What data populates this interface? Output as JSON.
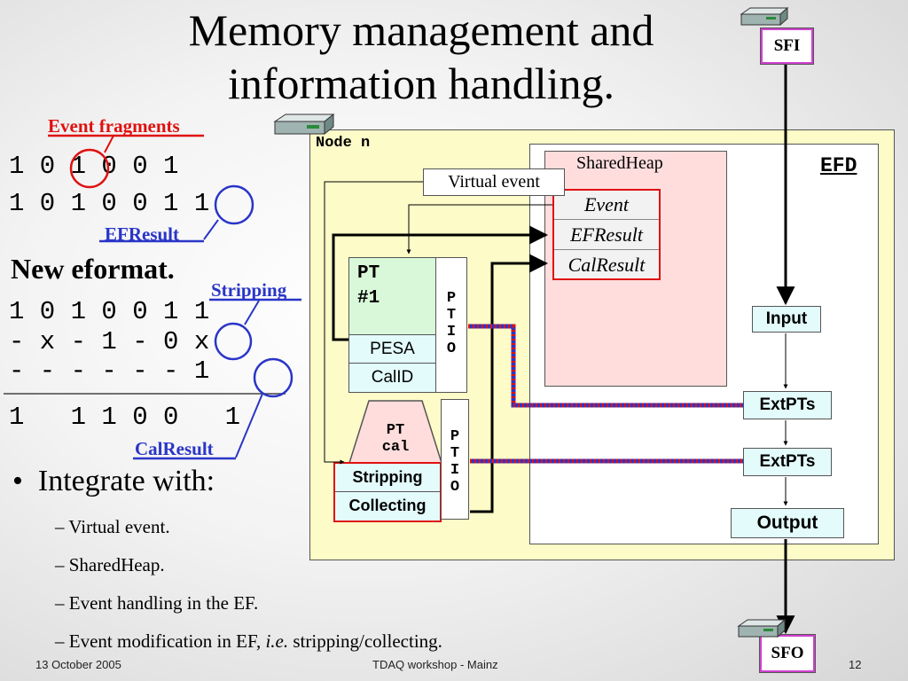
{
  "slide": {
    "title_line1": "Memory management and",
    "title_line2": "information handling.",
    "footer_date": "13 October 2005",
    "footer_center": "TDAQ workshop - Mainz",
    "page_number": "12"
  },
  "left": {
    "event_fragments_label": "Event fragments",
    "bits_row1": "1 0 1 0 0 1",
    "bits_row2": "1 0 1 0 0 1 1",
    "efresult_label": "EFResult",
    "new_eformat": "New eformat.",
    "stripping_label": "Stripping",
    "eformat_row1": "1 0 1 0 0 1 1",
    "eformat_row2": "- x - 1 - 0 x",
    "eformat_row3": "- - - - - - 1",
    "result_row": "1   1 1 0 0   1",
    "calresult_label": "CalResult",
    "bullet": "Integrate with:",
    "subitems": [
      "– Virtual event.",
      "– SharedHeap.",
      "– Event handling in the EF.",
      "– Event modification in EF, ",
      "i.e.",
      " stripping/collecting."
    ]
  },
  "diagram": {
    "node_label": "Node n",
    "efd_label": "EFD",
    "sharedheap_label": "SharedHeap",
    "virtual_event_label": "Virtual event",
    "heap_items": [
      "Event",
      "EFResult",
      "CalResult"
    ],
    "pt1_line1": "PT",
    "pt1_line2": "#1",
    "pesa_label": "PESA",
    "calid_label": "CalID",
    "ptio_letters": [
      "P",
      "T",
      "I",
      "O"
    ],
    "ptcal_line1": "PT",
    "ptcal_line2": "cal",
    "stripping_box": "Stripping",
    "collecting_box": "Collecting",
    "input_label": "Input",
    "extpts1_label": "ExtPTs",
    "extpts2_label": "ExtPTs",
    "output_label": "Output",
    "sfi_label": "SFI",
    "sfo_label": "SFO"
  },
  "colors": {
    "red_accent": "#e01010",
    "blue_accent": "#2a35c8",
    "node_bg": "#fdfbc8",
    "heap_bg": "#ffdddd",
    "pt_bg": "#d9f8d9",
    "cell_bg": "#e3fbfb",
    "sfx_border": "#d040d0"
  }
}
